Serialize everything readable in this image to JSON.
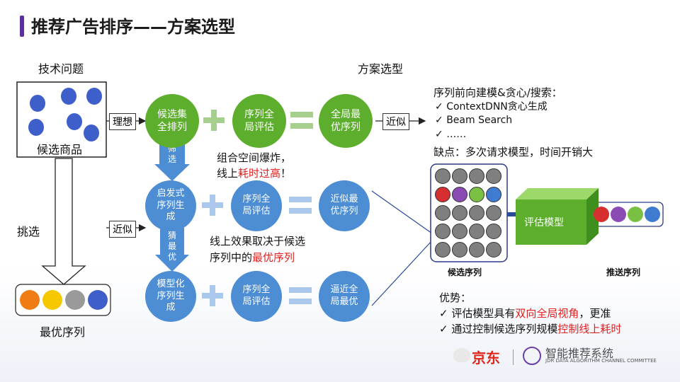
{
  "title": "推荐广告排序——方案选型",
  "labels": {
    "tech_problem": "技术问题",
    "solution": "方案选型",
    "candidate_goods": "候选商品",
    "pick": "挑选",
    "best_seq": "最优序列",
    "ideal": "理想",
    "approx1": "近似",
    "approx2": "近似",
    "filter": "筛选",
    "guess_best": "猜最优"
  },
  "circles": {
    "r1c1": "候选集\n全排列",
    "r1c2": "序列全\n局评估",
    "r1c3": "全局最\n优序列",
    "r2c1": "启发式\n序列生\n成",
    "r2c2": "序列全\n局评估",
    "r2c3": "近似最\n优序列",
    "r3c1": "模型化\n序列生\n成",
    "r3c2": "序列全\n局评估",
    "r3c3": "逼近全\n局最优"
  },
  "notes": {
    "explosion_line1": "组合空间爆炸，",
    "explosion_line2a": "线上",
    "explosion_line2b": "耗时过高",
    "explosion_line2c": "！",
    "effect_line1": "线上效果取决于候选",
    "effect_line2a": "序列中的",
    "effect_line2b": "最优序列"
  },
  "right": {
    "heading": "序列前向建模&贪心/搜索：",
    "items": [
      "ContextDNN贪心生成",
      "Beam Search",
      "……"
    ],
    "drawback": "缺点：多次请求模型，时间开销大",
    "model": "评估模型",
    "candidate_seq": "候选序列",
    "push_seq": "推送序列",
    "adv_title": "优势：",
    "adv1a": "评估模型具有",
    "adv1b": "双向全局视角",
    "adv1c": "，更准",
    "adv2a": "通过控制候选序列规模",
    "adv2b": "控制线上耗时"
  },
  "logos": {
    "jd": "京东",
    "wechat_name": "智能推荐系统",
    "committee": "JDR DATA ALGORITHM CHANNEL COMMITTEE"
  },
  "colors": {
    "green": "#5cae2c",
    "blue": "#4c8dd4",
    "dark_blue": "#3e5fc9",
    "red": "#d62f2f",
    "purple": "#8a4bb5",
    "lime": "#7ac143",
    "gray": "#7f7f7f",
    "orange": "#f07d14",
    "yellow": "#f5c800",
    "model_green": "#5cae2c"
  }
}
